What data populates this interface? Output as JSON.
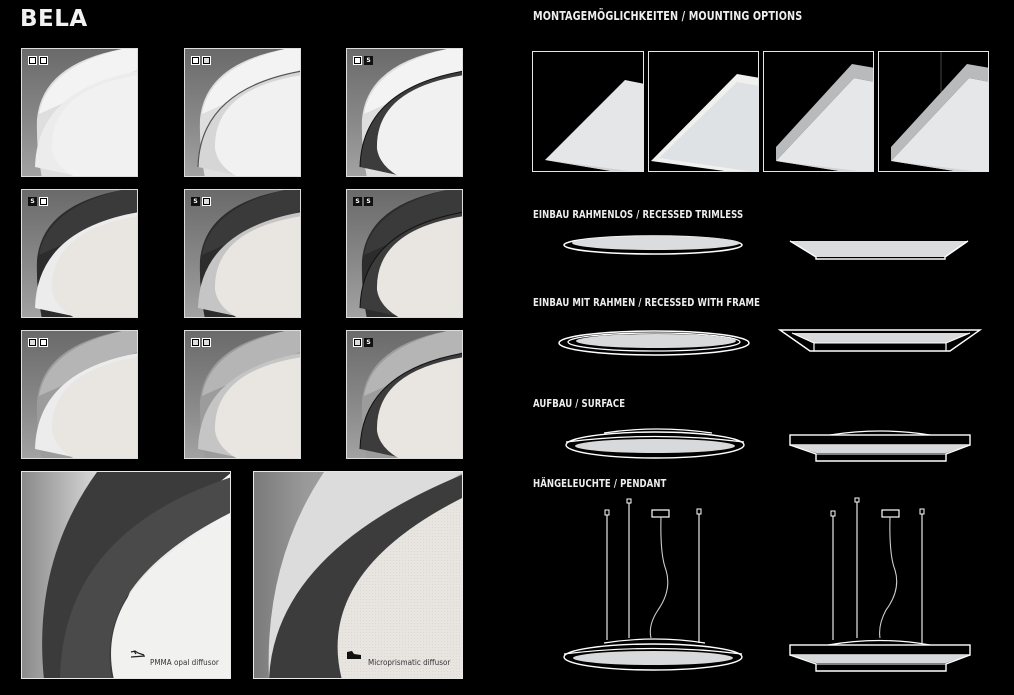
{
  "page": {
    "title": "BELA"
  },
  "swatches": {
    "rows": [
      [
        {
          "badges": [
            "w",
            "w"
          ],
          "ring": "white",
          "inner": "white"
        },
        {
          "badges": [
            "w",
            "g"
          ],
          "ring": "white",
          "inner": "silver-line"
        },
        {
          "badges": [
            "w",
            "b"
          ],
          "ring": "white",
          "inner": "black"
        }
      ],
      [
        {
          "badges": [
            "b",
            "w"
          ],
          "ring": "black",
          "inner": "white"
        },
        {
          "badges": [
            "b",
            "g"
          ],
          "ring": "black",
          "inner": "silver"
        },
        {
          "badges": [
            "b",
            "b"
          ],
          "ring": "black",
          "inner": "black"
        }
      ],
      [
        {
          "badges": [
            "g",
            "w"
          ],
          "ring": "silver",
          "inner": "white"
        },
        {
          "badges": [
            "g",
            "g"
          ],
          "ring": "silver",
          "inner": "silver"
        },
        {
          "badges": [
            "g",
            "b"
          ],
          "ring": "silver",
          "inner": "black"
        }
      ]
    ],
    "badge_glyphs": {
      "w": "■",
      "g": "□",
      "b": "S"
    }
  },
  "diffusers": [
    {
      "label": "PMMA opal diffusor",
      "icon": "opal-diffuser-icon"
    },
    {
      "label": "Microprismatic diffusor",
      "icon": "microprismatic-diffuser-icon"
    }
  ],
  "mounting": {
    "heading": "MONTAGEMÖGLICHKEITEN / MOUNTING OPTIONS",
    "photos": [
      "recessed-trimless",
      "recessed-with-frame",
      "surface",
      "pendant"
    ],
    "sections": [
      {
        "label": "EINBAU RAHMENLOS / RECESSED TRIMLESS"
      },
      {
        "label": "EINBAU MIT RAHMEN / RECESSED WITH FRAME"
      },
      {
        "label": "AUFBAU / SURFACE"
      },
      {
        "label": "HÄNGELEUCHTE / PENDANT"
      }
    ]
  },
  "colors": {
    "background": "#000000",
    "text": "#f2f2f2",
    "tile_border": "#dddddd",
    "diffuser_white": "#f1f1f0",
    "ring_black": "#3a3a3a",
    "ring_silver": "#b8b8b8"
  }
}
